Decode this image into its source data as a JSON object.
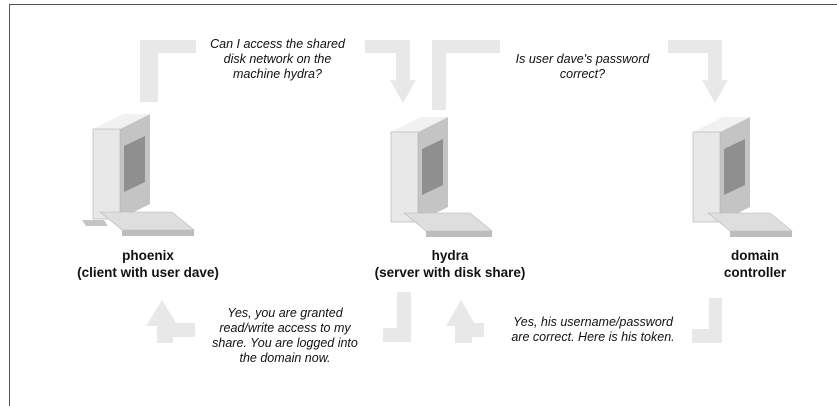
{
  "colors": {
    "arrow": "#e8e8e8",
    "monitor_face": "#e8e8e8",
    "monitor_side": "#c4c4c4",
    "screen": "#8f8f8f",
    "keyboard": "#dedede"
  },
  "computers": [
    {
      "id": "phoenix",
      "label": "phoenix\n(client with user dave)"
    },
    {
      "id": "hydra",
      "label": "hydra\n(server with disk share)"
    },
    {
      "id": "dc",
      "label": "domain\ncontroller"
    }
  ],
  "messages": {
    "request_access": "Can I access the shared\ndisk network on the\nmachine hydra?",
    "check_password": "Is user dave's password\ncorrect?",
    "grant_access": "Yes, you are granted\nread/write access to my\nshare. You are logged into\nthe domain now.",
    "password_ok": "Yes, his username/password\nare correct. Here is his token."
  }
}
